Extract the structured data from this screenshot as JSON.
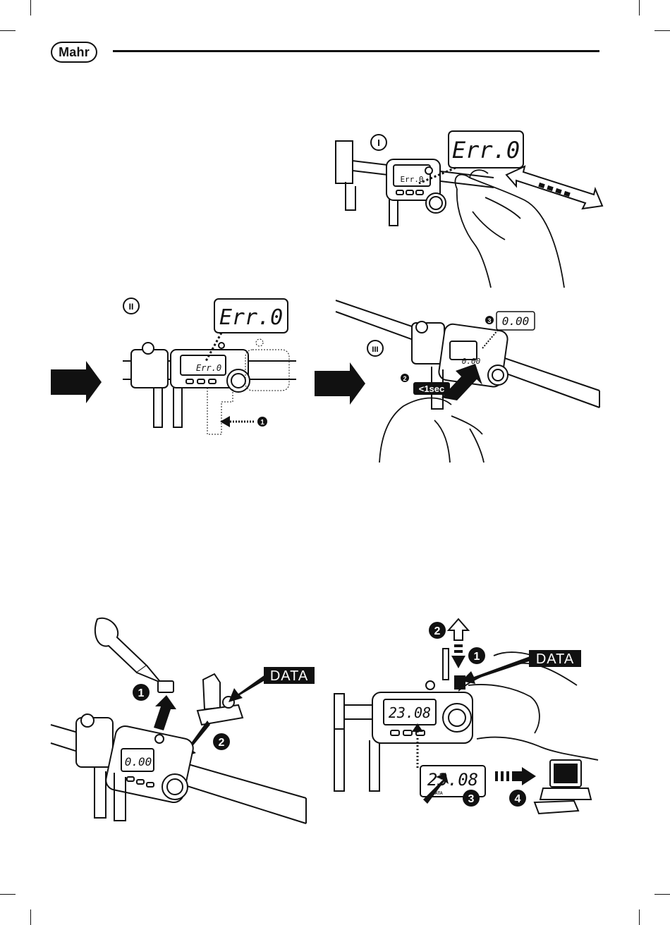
{
  "header": {
    "brand": "Mahr"
  },
  "figures": {
    "panel_I": {
      "step_label": "I",
      "display": "Err.0",
      "small_display": "Err.0"
    },
    "panel_II": {
      "step_label": "II",
      "display": "Err.0",
      "small_display": "Err.0",
      "step1": "1"
    },
    "panel_III": {
      "step_label": "III",
      "display": "0.00",
      "small_display": "0.00",
      "step2": "2",
      "step3": "3",
      "timer": "<1sec"
    },
    "battery_panel": {
      "step1": "1",
      "step2": "2",
      "display": "0.00",
      "data_label": "DATA"
    },
    "data_panel": {
      "step1": "1",
      "step2": "2",
      "step3": "3",
      "step4": "4",
      "display": "23.08",
      "display_small": "23.08",
      "data_label": "DATA",
      "data_sub": "DATA"
    }
  },
  "colors": {
    "ink": "#111111",
    "paper": "#ffffff"
  }
}
